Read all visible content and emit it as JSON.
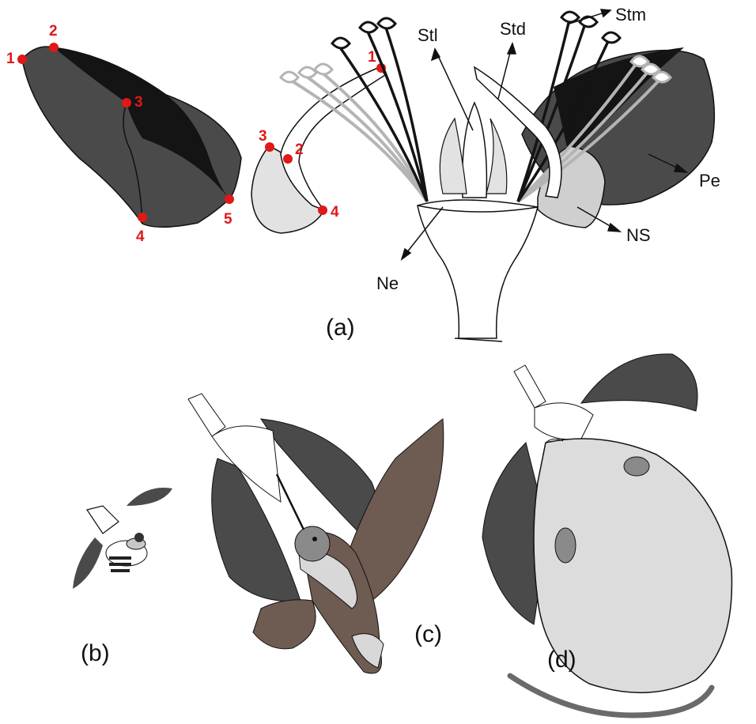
{
  "colors": {
    "petal_dark": "#4a4a4a",
    "petal_black": "#141414",
    "sheath_light": "#e2e2e2",
    "stamen_grey": "#b4b4b4",
    "marker_red": "#e01818",
    "bird_brown": "#6e5b52",
    "mouse_fill": "#dcdcdc"
  },
  "panels": {
    "a": "(a)",
    "b": "(b)",
    "c": "(c)",
    "d": "(d)"
  },
  "parts": {
    "stl": "Stl",
    "std": "Std",
    "stm": "Stm",
    "pe": "Pe",
    "ns": "NS",
    "ne": "Ne"
  },
  "petal_points": [
    "1",
    "2",
    "3",
    "4",
    "5"
  ],
  "sheath_points": [
    "1",
    "2",
    "3",
    "4"
  ],
  "icons": {
    "flower": "flower-cross-section-icon",
    "bee": "bee-icon",
    "bird": "hummingbird-icon",
    "mouse": "mouse-icon"
  }
}
